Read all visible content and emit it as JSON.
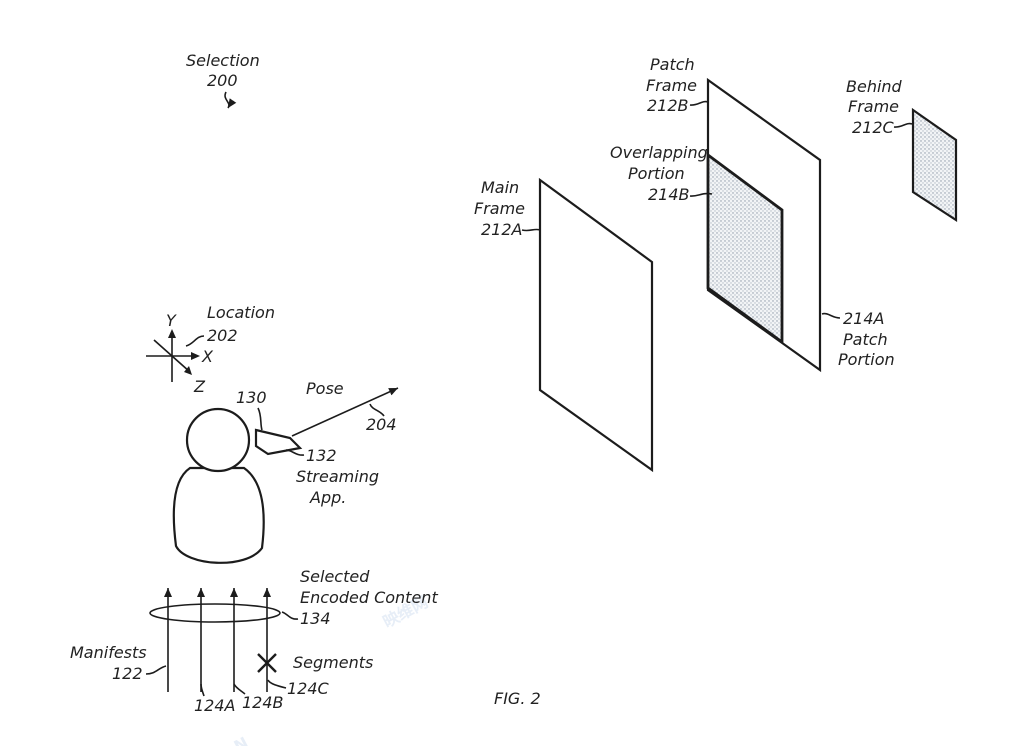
{
  "figure": {
    "caption": "FIG. 2",
    "selection": [
      "Selection",
      "200"
    ],
    "location": [
      "Location",
      "202"
    ],
    "axes": {
      "y": "Y",
      "x": "X",
      "z": "Z"
    },
    "device": "130",
    "pose": "Pose",
    "pose_ref": "204",
    "streaming_app": [
      "132",
      "Streaming",
      "App."
    ],
    "selected_content": [
      "Selected",
      "Encoded Content",
      "134"
    ],
    "manifests": [
      "Manifests",
      "122"
    ],
    "segments": "Segments",
    "segment_labels": [
      "124A",
      "124B",
      "124C"
    ],
    "main_frame": [
      "Main",
      "Frame",
      "212A"
    ],
    "patch_frame": [
      "Patch",
      "Frame",
      "212B"
    ],
    "overlapping_portion": [
      "Overlapping",
      "Portion",
      "214B"
    ],
    "behind_patch_frame": [
      "Behind",
      "Frame",
      "212C"
    ],
    "patch_portion": [
      "214A",
      "Patch",
      "Portion"
    ]
  },
  "watermark": {
    "text": "映维网",
    "latin": "N",
    "color": "#d5e1f2"
  }
}
